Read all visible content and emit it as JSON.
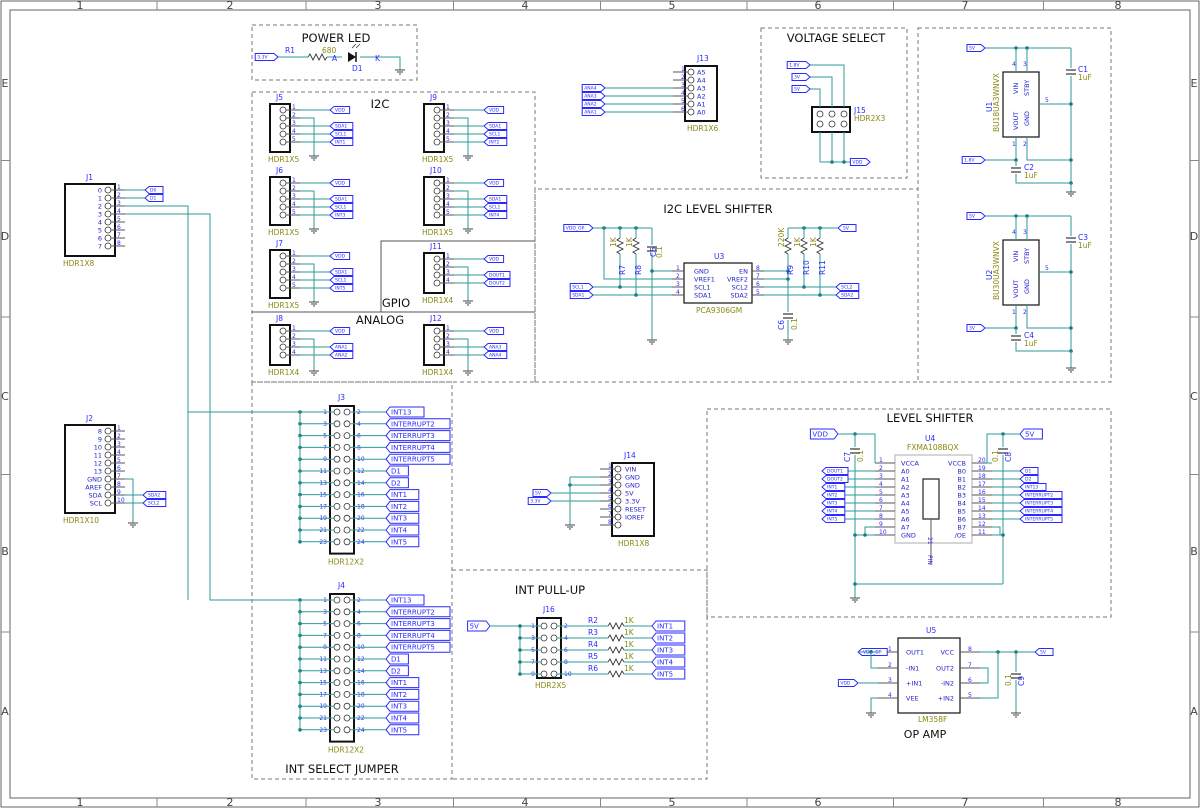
{
  "sheet": {
    "columns": [
      "1",
      "2",
      "3",
      "4",
      "5",
      "6",
      "7",
      "8"
    ],
    "rows": [
      "E",
      "D",
      "C",
      "B",
      "A"
    ]
  },
  "blocks": {
    "power_led": "POWER LED",
    "i2c": "I2C",
    "gpio": "GPIO",
    "analog": "ANALOG",
    "voltage_select": "VOLTAGE SELECT",
    "i2c_level_shifter": "I2C LEVEL SHIFTER",
    "level_shifter": "LEVEL SHIFTER",
    "int_pullup": "INT PULL-UP",
    "int_select_jumper": "INT SELECT JUMPER",
    "op_amp": "OP AMP"
  },
  "power_led": {
    "port": "3.3V",
    "r_ref": "R1",
    "r_val": "680",
    "d_ref": "D1",
    "anode": "A",
    "cathode": "K"
  },
  "j1": {
    "ref": "J1",
    "val": "HDR1X8",
    "labels": [
      "0",
      "1",
      "2",
      "3",
      "4",
      "5",
      "6",
      "7"
    ],
    "pins": [
      "1",
      "2",
      "3",
      "4",
      "5",
      "6",
      "7",
      "8"
    ],
    "ports": [
      "D0",
      "D1"
    ]
  },
  "j2": {
    "ref": "J2",
    "val": "HDR1X10",
    "labels": [
      "8",
      "9",
      "10",
      "11",
      "12",
      "13",
      "GND",
      "AREF",
      "SDA",
      "SCL"
    ],
    "pins": [
      "1",
      "2",
      "3",
      "4",
      "5",
      "6",
      "7",
      "8",
      "9",
      "10"
    ],
    "ports": [
      "SDA2",
      "SCL2"
    ]
  },
  "i2c_headers": [
    {
      "ref": "J5",
      "val": "HDR1X5",
      "pins": [
        "1",
        "2",
        "3",
        "4",
        "5"
      ],
      "ports": [
        "VDD",
        "SDA1",
        "SCL1",
        "INT1"
      ]
    },
    {
      "ref": "J9",
      "val": "HDR1X5",
      "pins": [
        "1",
        "2",
        "3",
        "4",
        "5"
      ],
      "ports": [
        "VDD",
        "SDA1",
        "SCL1",
        "INT2"
      ]
    },
    {
      "ref": "J6",
      "val": "HDR1X5",
      "pins": [
        "1",
        "2",
        "3",
        "4",
        "5"
      ],
      "ports": [
        "VDD",
        "SDA1",
        "SCL1",
        "INT3"
      ]
    },
    {
      "ref": "J10",
      "val": "HDR1X5",
      "pins": [
        "1",
        "2",
        "3",
        "4",
        "5"
      ],
      "ports": [
        "VDD",
        "SDA1",
        "SCL1",
        "INT4"
      ]
    },
    {
      "ref": "J7",
      "val": "HDR1X5",
      "pins": [
        "1",
        "2",
        "3",
        "4",
        "5"
      ],
      "ports": [
        "VDD",
        "SDA1",
        "SCL1",
        "INT5"
      ]
    }
  ],
  "gpio_header": {
    "ref": "J11",
    "val": "HDR1X4",
    "pins": [
      "1",
      "2",
      "3",
      "4"
    ],
    "ports": [
      "VDD",
      "DOUT1",
      "DOUT2"
    ]
  },
  "analog_headers": [
    {
      "ref": "J8",
      "val": "HDR1X4",
      "pins": [
        "1",
        "2",
        "3",
        "4"
      ],
      "ports": [
        "VDD",
        "ANA1",
        "ANA2"
      ]
    },
    {
      "ref": "J12",
      "val": "HDR1X4",
      "pins": [
        "1",
        "2",
        "3",
        "4"
      ],
      "ports": [
        "VDD",
        "ANA3",
        "ANA4"
      ]
    }
  ],
  "j13": {
    "ref": "J13",
    "val": "HDR1X6",
    "labels": [
      "A5",
      "A4",
      "A3",
      "A2",
      "A1",
      "A0"
    ],
    "pins": [
      "1",
      "2",
      "3",
      "4",
      "5",
      "6"
    ],
    "ports": [
      "ANA4",
      "ANA3",
      "ANA2",
      "ANA1"
    ]
  },
  "j15": {
    "ref": "J15",
    "val": "HDR2X3",
    "ports_in": [
      "1.8V",
      "3V",
      "5V"
    ],
    "port_out": "VDD"
  },
  "u1": {
    "ref": "U1",
    "val": "BU18UA3WNVX",
    "pins": {
      "vin": "VIN",
      "stby": "STBY",
      "vout": "VOUT",
      "gnd": "GND"
    },
    "nums": [
      "4",
      "3",
      "5",
      "1",
      "2"
    ],
    "port_in": "5V",
    "port_out": "1.8V",
    "c_in": {
      "ref": "C1",
      "val": "1uF"
    },
    "c_out": {
      "ref": "C2",
      "val": "1uF"
    }
  },
  "u2": {
    "ref": "U2",
    "val": "BU30UA3WNVX",
    "pins": {
      "vin": "VIN",
      "stby": "STBY",
      "vout": "VOUT",
      "gnd": "GND"
    },
    "nums": [
      "4",
      "3",
      "5",
      "1",
      "2"
    ],
    "port_in": "5V",
    "port_out": "3V",
    "c_in": {
      "ref": "C3",
      "val": "1uF"
    },
    "c_out": {
      "ref": "C4",
      "val": "1uF"
    }
  },
  "u3": {
    "ref": "U3",
    "val": "PCA9306GM",
    "left": [
      {
        "n": "1",
        "l": "GND"
      },
      {
        "n": "2",
        "l": "VREF1"
      },
      {
        "n": "3",
        "l": "SCL1"
      },
      {
        "n": "4",
        "l": "SDA1"
      }
    ],
    "right": [
      {
        "n": "8",
        "l": "EN"
      },
      {
        "n": "7",
        "l": "VREF2"
      },
      {
        "n": "6",
        "l": "SCL2"
      },
      {
        "n": "5",
        "l": "SDA2"
      }
    ],
    "ports_left": [
      "VDD_OP",
      "SCL1",
      "SDA1"
    ],
    "ports_right": [
      "5V",
      "SCL2",
      "SDA2"
    ],
    "r7": {
      "ref": "R7",
      "val": "1K"
    },
    "r8": {
      "ref": "R8",
      "val": "1K"
    },
    "r9": {
      "ref": "R9",
      "val": "220K"
    },
    "r10": {
      "ref": "R10",
      "val": "1K"
    },
    "r11": {
      "ref": "R11",
      "val": "1K"
    },
    "c5": {
      "ref": "C5",
      "val": "0.1"
    },
    "c6": {
      "ref": "C6",
      "val": "0.1"
    }
  },
  "j3": {
    "ref": "J3",
    "val": "HDR12X2",
    "ports": [
      "INT13",
      "INTERRUPT2",
      "INTERRUPT3",
      "INTERRUPT4",
      "INTERRUPT5",
      "D1",
      "D2",
      "INT1",
      "INT2",
      "INT3",
      "INT4",
      "INT5"
    ]
  },
  "j4": {
    "ref": "J4",
    "val": "HDR12X2",
    "ports": [
      "INT13",
      "INTERRUPT2",
      "INTERRUPT3",
      "INTERRUPT4",
      "INTERRUPT5",
      "D1",
      "D2",
      "INT1",
      "INT2",
      "INT3",
      "INT4",
      "INT5"
    ]
  },
  "j14": {
    "ref": "J14",
    "val": "HDR1X8",
    "labels": [
      "VIN",
      "GND",
      "GND",
      "5V",
      "3.3V",
      "RESET",
      "IOREF",
      ""
    ],
    "pins": [
      "1",
      "2",
      "3",
      "4",
      "5",
      "6",
      "7",
      "8"
    ],
    "ports": [
      "5V",
      "3.3V"
    ]
  },
  "j16": {
    "ref": "J16",
    "val": "HDR2X5",
    "port": "5V",
    "resistors": [
      {
        "ref": "R2",
        "val": "1K",
        "port": "INT1"
      },
      {
        "ref": "R3",
        "val": "1K",
        "port": "INT2"
      },
      {
        "ref": "R4",
        "val": "1K",
        "port": "INT3"
      },
      {
        "ref": "R5",
        "val": "1K",
        "port": "INT4"
      },
      {
        "ref": "R6",
        "val": "1K",
        "port": "INT5"
      }
    ]
  },
  "u4": {
    "ref": "U4",
    "val": "FXMA108BQX",
    "left": [
      {
        "n": "1",
        "l": "VCCA"
      },
      {
        "n": "2",
        "l": "A0"
      },
      {
        "n": "3",
        "l": "A1"
      },
      {
        "n": "4",
        "l": "A2"
      },
      {
        "n": "5",
        "l": "A3"
      },
      {
        "n": "6",
        "l": "A4"
      },
      {
        "n": "7",
        "l": "A5"
      },
      {
        "n": "8",
        "l": "A6"
      },
      {
        "n": "9",
        "l": "A7"
      },
      {
        "n": "10",
        "l": "GND"
      }
    ],
    "right": [
      {
        "n": "20",
        "l": "VCCB"
      },
      {
        "n": "19",
        "l": "B0"
      },
      {
        "n": "18",
        "l": "B1"
      },
      {
        "n": "17",
        "l": "B2"
      },
      {
        "n": "16",
        "l": "B3"
      },
      {
        "n": "15",
        "l": "B4"
      },
      {
        "n": "14",
        "l": "B5"
      },
      {
        "n": "13",
        "l": "B6"
      },
      {
        "n": "12",
        "l": "B7"
      },
      {
        "n": "11",
        "l": "/OE"
      }
    ],
    "ports_left": [
      "DOUT1",
      "DOUT2",
      "INT1",
      "INT2",
      "INT3",
      "INT4",
      "INT5"
    ],
    "ports_right": [
      "D1",
      "D2",
      "INT13",
      "INTERRUPT2",
      "INTERRUPT3",
      "INTERRUPT4",
      "INTERRUPT5"
    ],
    "vdd": "VDD",
    "v5": "5V",
    "c7": {
      "ref": "C7",
      "val": "0.1"
    },
    "c8": {
      "ref": "C8",
      "val": "0.1"
    },
    "pad": "21",
    "pad_lbl": "PIN"
  },
  "u5": {
    "ref": "U5",
    "val": "LM358F",
    "left": [
      {
        "n": "1",
        "l": "OUT1"
      },
      {
        "n": "2",
        "l": "-IN1"
      },
      {
        "n": "3",
        "l": "+IN1"
      },
      {
        "n": "4",
        "l": "VEE"
      }
    ],
    "right": [
      {
        "n": "8",
        "l": "VCC"
      },
      {
        "n": "7",
        "l": "OUT2"
      },
      {
        "n": "6",
        "l": "-IN2"
      },
      {
        "n": "5",
        "l": "+IN2"
      }
    ],
    "port_out": "VDD_OP",
    "port_in": "VDD",
    "port_vcc": "5V",
    "c9": {
      "ref": "C9",
      "val": "0.1"
    }
  }
}
